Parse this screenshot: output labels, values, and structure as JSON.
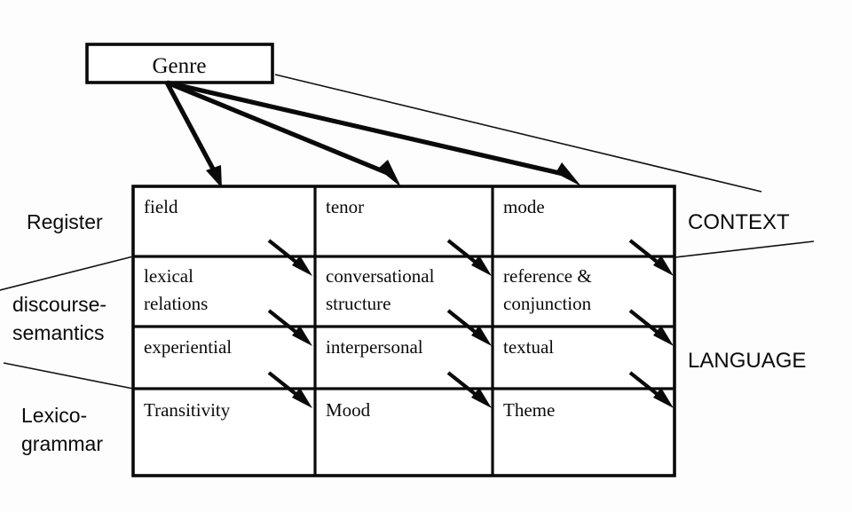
{
  "diagram": {
    "title_box": {
      "label": "Genre"
    },
    "strata_left": [
      {
        "id": "register",
        "label": "Register"
      },
      {
        "id": "discourse-semantics",
        "label": "discourse-\nsemantics"
      },
      {
        "id": "lexico-grammar",
        "label": "Lexico-\ngrammar"
      }
    ],
    "strata_right": [
      {
        "id": "context",
        "label": "CONTEXT"
      },
      {
        "id": "language",
        "label": "LANGUAGE"
      }
    ],
    "table": {
      "columns": [
        "field",
        "tenor",
        "mode"
      ],
      "rows": [
        {
          "id": "register-row",
          "cells": [
            "field",
            "tenor",
            "mode"
          ]
        },
        {
          "id": "discourse-semantics-row",
          "cells": [
            "lexical\nrelations",
            "conversational\nstructure",
            "reference &\nconjunction"
          ]
        },
        {
          "id": "metafunction-row",
          "cells": [
            "experiential",
            "interpersonal",
            "textual"
          ]
        },
        {
          "id": "lexico-grammar-row",
          "cells": [
            "Transitivity",
            "Mood",
            "Theme"
          ]
        }
      ]
    },
    "colors": {
      "ink": "#0a0a0a",
      "paper": "#fdfdfd"
    }
  }
}
